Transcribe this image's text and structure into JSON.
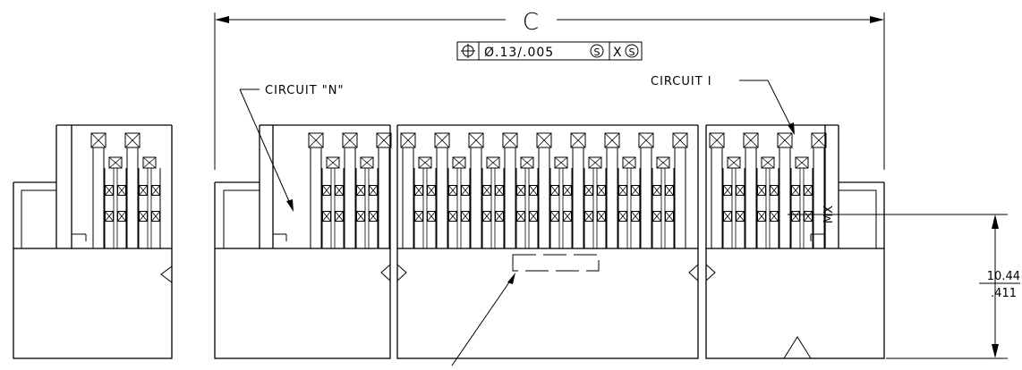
{
  "dimensions": {
    "overall_length": "C",
    "height_mm": "10.44",
    "height_in": ".411"
  },
  "tolerance_frame": {
    "symbol": "position-icon",
    "value": "Ø.13/.005",
    "modifier": "S",
    "datum": "X",
    "datum_modifier": "S"
  },
  "callouts": {
    "circuit_n": "CIRCUIT \"N\"",
    "circuit_1": "CIRCUIT I"
  },
  "part_marking": "MX",
  "colors": {
    "line": "#000000",
    "background": "#ffffff"
  }
}
